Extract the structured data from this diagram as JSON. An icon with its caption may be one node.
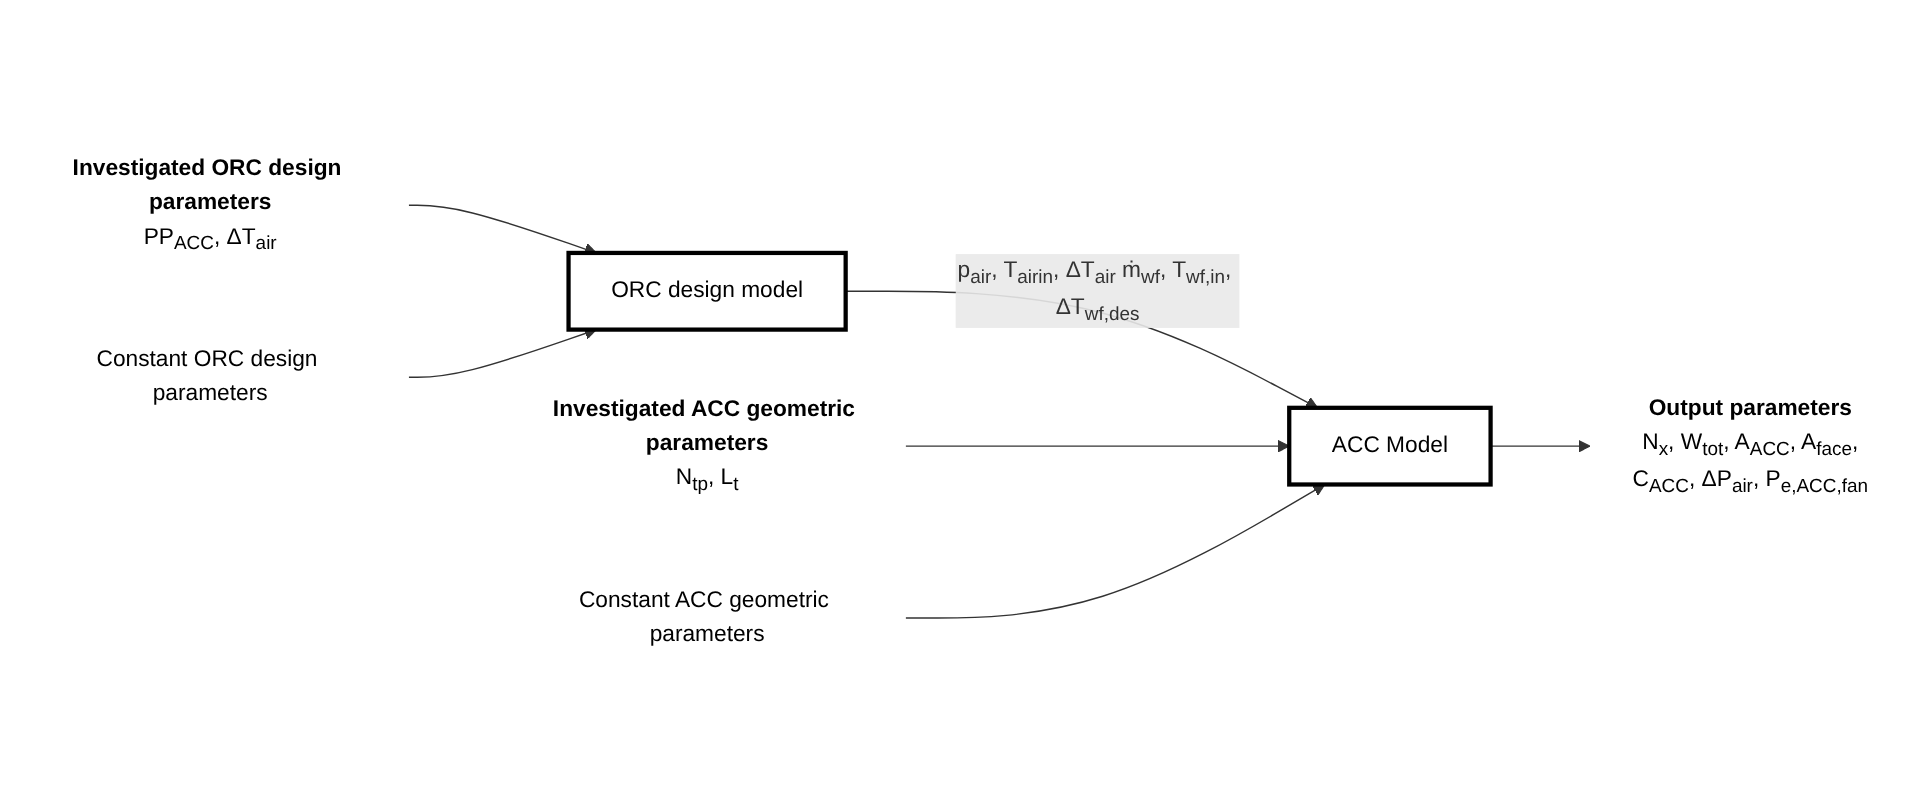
{
  "diagram": {
    "nodes": [
      {
        "text": [
          "Investigated ORC design parameters",
          "PP$_{ACC}$, ΔT$_{air}$"
        ]
      },
      {
        "text": [
          "ORC design model"
        ]
      },
      {
        "text": [
          "Constant ORC design parameters"
        ]
      },
      {
        "text": [
          "Investigated ACC geometric parameters",
          "N$_{tp}$, L$_{t}$"
        ]
      },
      {
        "text": [
          "ACC Model"
        ]
      },
      {
        "text": [
          "Constant ACC geometric parameters"
        ]
      },
      {
        "text": [
          "Output parameters",
          "N$_{x}$, W$_{tot}$, A$_{ACC}$, A$_{face}$,",
          "C$_{ACC}$, ΔP$_{air}$, P$_{e,ACC,fan}$"
        ]
      }
    ],
    "edges": [
      {
        "from": 0,
        "to": 1,
        "arrow": "to"
      },
      {
        "from": 2,
        "to": 1,
        "arrow": "to"
      },
      {
        "from": 1,
        "to": 4,
        "arrow": "to",
        "label": "p$_{air}$, T$_{air}$$_{in}$, ΔT$_{air}$ ṁ$_{wf}$, T$_{wf,in}$, ΔT$_{wf,des}$"
      },
      {
        "from": 3,
        "to": 4,
        "arrow": "to"
      },
      {
        "from": 5,
        "to": 4,
        "arrow": "to"
      },
      {
        "from": 4,
        "to": 6,
        "arrow": "to"
      }
    ]
  }
}
